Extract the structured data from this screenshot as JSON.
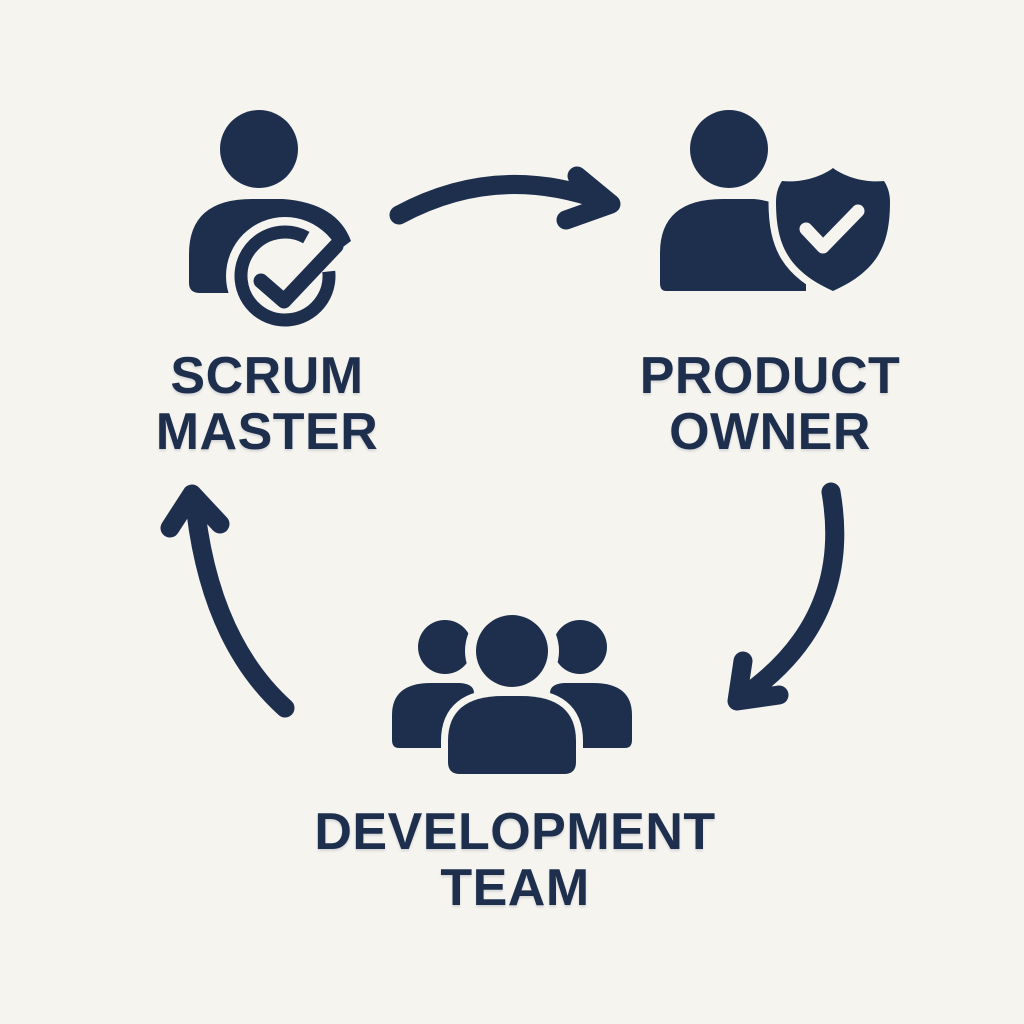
{
  "diagram": {
    "type": "cycle",
    "background_color": "#f6f4ef",
    "accent_color": "#1e2f4e",
    "nodes": [
      {
        "id": "scrum-master",
        "label": "SCRUM MASTER",
        "line1": "SCRUM",
        "line2": "MASTER",
        "icon": "person-with-check-badge-icon",
        "position": "top-left"
      },
      {
        "id": "product-owner",
        "label": "PRODUCT OWNER",
        "line1": "PRODUCT",
        "line2": "OWNER",
        "icon": "person-with-shield-check-icon",
        "position": "top-right"
      },
      {
        "id": "development-team",
        "label": "DEVELOPMENT TEAM",
        "line1": "DEVELOPMENT",
        "line2": "TEAM",
        "icon": "people-group-icon",
        "position": "bottom-center"
      }
    ],
    "edges": [
      {
        "from": "SCRUM MASTER",
        "to": "PRODUCT OWNER",
        "style": "curved-arrow"
      },
      {
        "from": "PRODUCT OWNER",
        "to": "DEVELOPMENT TEAM",
        "style": "curved-arrow"
      },
      {
        "from": "DEVELOPMENT TEAM",
        "to": "SCRUM MASTER",
        "style": "curved-arrow"
      }
    ]
  }
}
